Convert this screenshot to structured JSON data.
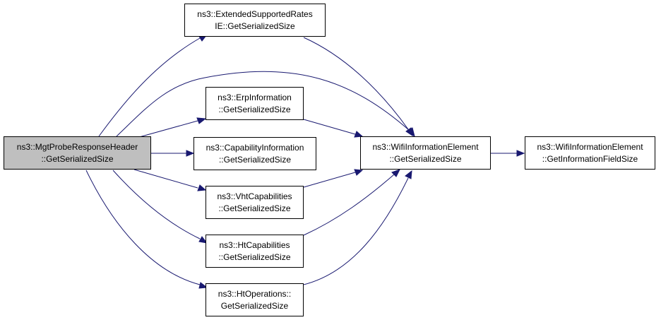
{
  "nodes": {
    "root": {
      "line1": "ns3::MgtProbeResponseHeader",
      "line2": "::GetSerializedSize"
    },
    "ext_rates": {
      "line1": "ns3::ExtendedSupportedRates",
      "line2": "IE::GetSerializedSize"
    },
    "erp": {
      "line1": "ns3::ErpInformation",
      "line2": "::GetSerializedSize"
    },
    "cap_info": {
      "line1": "ns3::CapabilityInformation",
      "line2": "::GetSerializedSize"
    },
    "vht": {
      "line1": "ns3::VhtCapabilities",
      "line2": "::GetSerializedSize"
    },
    "ht_cap": {
      "line1": "ns3::HtCapabilities",
      "line2": "::GetSerializedSize"
    },
    "ht_ops": {
      "line1": "ns3::HtOperations::",
      "line2": "GetSerializedSize"
    },
    "wifi_ser": {
      "line1": "ns3::WifiInformationElement",
      "line2": "::GetSerializedSize"
    },
    "wifi_field": {
      "line1": "ns3::WifiInformationElement",
      "line2": "::GetInformationFieldSize"
    }
  },
  "edges": [
    {
      "from": "root",
      "to": "ext_rates"
    },
    {
      "from": "root",
      "to": "wifi_ser"
    },
    {
      "from": "root",
      "to": "erp"
    },
    {
      "from": "root",
      "to": "cap_info"
    },
    {
      "from": "root",
      "to": "vht"
    },
    {
      "from": "root",
      "to": "ht_cap"
    },
    {
      "from": "root",
      "to": "ht_ops"
    },
    {
      "from": "ext_rates",
      "to": "wifi_ser"
    },
    {
      "from": "erp",
      "to": "wifi_ser"
    },
    {
      "from": "vht",
      "to": "wifi_ser"
    },
    {
      "from": "ht_cap",
      "to": "wifi_ser"
    },
    {
      "from": "ht_ops",
      "to": "wifi_ser"
    },
    {
      "from": "wifi_ser",
      "to": "wifi_field"
    }
  ],
  "colors": {
    "edge": "#191970",
    "root_fill": "#bfbfbf",
    "node_fill": "#ffffff"
  }
}
